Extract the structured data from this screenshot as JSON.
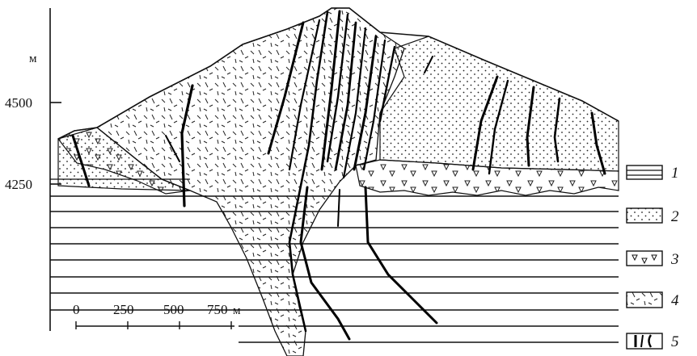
{
  "axis": {
    "unit": "м",
    "ticks": [
      "4500",
      "4250"
    ]
  },
  "scale_bar": {
    "labels": [
      "0",
      "250",
      "500",
      "750"
    ],
    "unit": "м"
  },
  "legend": {
    "items": [
      {
        "number": "1",
        "pattern": "horizontal-layers"
      },
      {
        "number": "2",
        "pattern": "dotted-sand"
      },
      {
        "number": "3",
        "pattern": "triangle-breccia"
      },
      {
        "number": "4",
        "pattern": "dash-volcanic"
      },
      {
        "number": "5",
        "pattern": "dike-lines"
      }
    ]
  }
}
